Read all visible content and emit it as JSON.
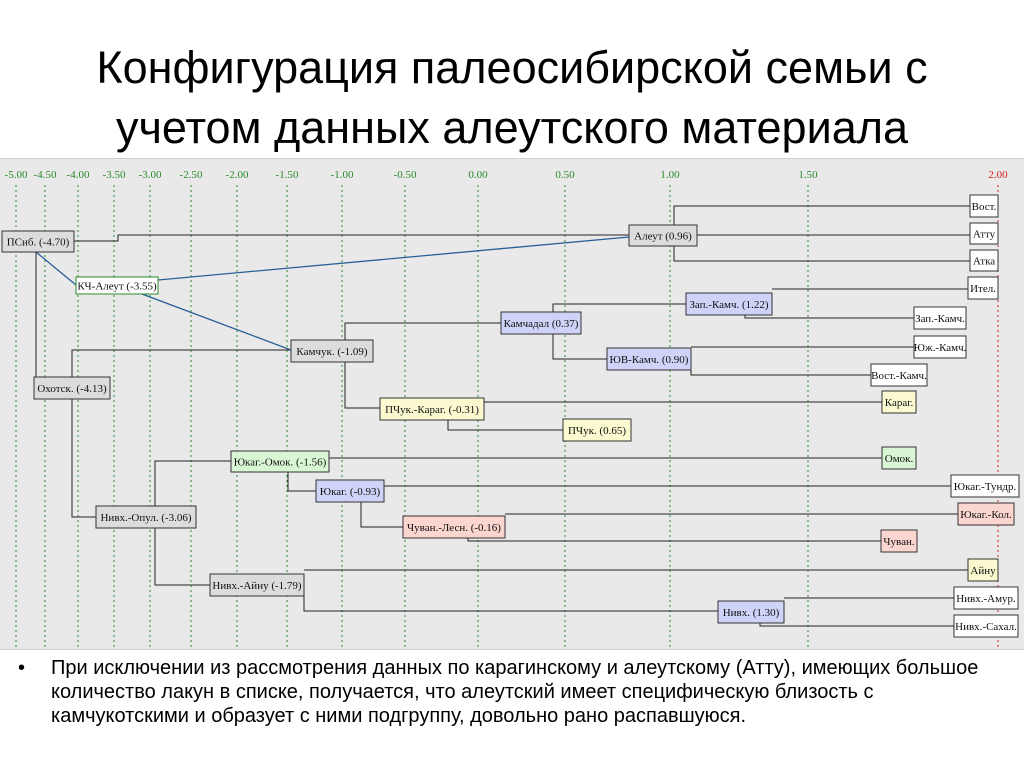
{
  "slide": {
    "title_line1": "Конфигурация палеосибирской семьи с",
    "title_line2": "учетом данных алеутского материала",
    "note_bullet": "•",
    "note_text": "При исключении из рассмотрения данных по карагинскому и алеутскому (Атту), имеющих большое количество лакун в списке, получается, что алеутский имеет специфическую близость с камчукотскими и образует с ними подгруппу, довольно рано распавшуюся."
  },
  "colors": {
    "panel_bg": "#e9e9e9",
    "tick_green": "#2a8a2a",
    "tick_red": "#d42020",
    "node_gray": "#dcdcdc",
    "node_blue": "#cfd3f7",
    "node_yellow": "#fbf9cf",
    "node_green": "#d9f6d4",
    "node_pink": "#fbd6d0",
    "node_white": "#ffffff",
    "tree_line": "#222222",
    "link_line": "#2a5f9a"
  },
  "axis": {
    "ticks": [
      {
        "label": "-5.00",
        "color": "green"
      },
      {
        "label": "-4.50",
        "color": "green"
      },
      {
        "label": "-4.00",
        "color": "green"
      },
      {
        "label": "-3.50",
        "color": "green"
      },
      {
        "label": "-3.00",
        "color": "green"
      },
      {
        "label": "-2.50",
        "color": "green"
      },
      {
        "label": "-2.00",
        "color": "green"
      },
      {
        "label": "-1.50",
        "color": "green"
      },
      {
        "label": "-1.00",
        "color": "green"
      },
      {
        "label": "-0.50",
        "color": "green"
      },
      {
        "label": "0.00",
        "color": "green"
      },
      {
        "label": "0.50",
        "color": "green"
      },
      {
        "label": "1.00",
        "color": "green"
      },
      {
        "label": "1.50",
        "color": "green"
      },
      {
        "label": "2.00",
        "color": "red"
      }
    ]
  },
  "tree": {
    "nodes": [
      {
        "id": "psib",
        "label": "ПСиб. (-4.70)",
        "color": "gray"
      },
      {
        "id": "kchal",
        "label": "КЧ-Алеут (-3.55)",
        "color": "white"
      },
      {
        "id": "okh",
        "label": "Охотск. (-4.13)",
        "color": "gray"
      },
      {
        "id": "aleut",
        "label": "Алеут (0.96)",
        "color": "gray"
      },
      {
        "id": "vost",
        "label": "Вост.",
        "color": "white"
      },
      {
        "id": "attu",
        "label": "Атту",
        "color": "white"
      },
      {
        "id": "atka",
        "label": "Атка",
        "color": "white"
      },
      {
        "id": "itel",
        "label": "Ител.",
        "color": "white"
      },
      {
        "id": "zapk",
        "label": "Зап.-Камч. (1.22)",
        "color": "blue"
      },
      {
        "id": "zapk2",
        "label": "Зап.-Камч.",
        "color": "white"
      },
      {
        "id": "kamchadal",
        "label": "Камчадал (0.37)",
        "color": "blue"
      },
      {
        "id": "yuzk",
        "label": "Юж.-Камч.",
        "color": "white"
      },
      {
        "id": "yuvk",
        "label": "ЮВ-Камч. (0.90)",
        "color": "blue"
      },
      {
        "id": "vostk",
        "label": "Вост.-Камч.",
        "color": "white"
      },
      {
        "id": "kamchuk",
        "label": "Камчук. (-1.09)",
        "color": "gray"
      },
      {
        "id": "pchk",
        "label": "ПЧук.-Караг. (-0.31)",
        "color": "yellow"
      },
      {
        "id": "karag",
        "label": "Караг.",
        "color": "yellow"
      },
      {
        "id": "pchuk",
        "label": "ПЧук. (0.65)",
        "color": "yellow"
      },
      {
        "id": "yuom",
        "label": "Юкаг.-Омок. (-1.56)",
        "color": "green"
      },
      {
        "id": "omok",
        "label": "Омок.",
        "color": "green"
      },
      {
        "id": "yuk",
        "label": "Юкаг. (-0.93)",
        "color": "blue"
      },
      {
        "id": "yutun",
        "label": "Юкаг.-Тундр.",
        "color": "white"
      },
      {
        "id": "yukol",
        "label": "Юкаг.-Кол.",
        "color": "pink"
      },
      {
        "id": "chules",
        "label": "Чуван.-Лесн. (-0.16)",
        "color": "pink"
      },
      {
        "id": "chuvan",
        "label": "Чуван.",
        "color": "pink"
      },
      {
        "id": "nivop",
        "label": "Нивх.-Опул. (-3.06)",
        "color": "gray"
      },
      {
        "id": "nivay",
        "label": "Нивх.-Айну (-1.79)",
        "color": "gray"
      },
      {
        "id": "aynu",
        "label": "Айну",
        "color": "yellow"
      },
      {
        "id": "nivh",
        "label": "Нивх. (1.30)",
        "color": "blue"
      },
      {
        "id": "nivamur",
        "label": "Нивх.-Амур.",
        "color": "white"
      },
      {
        "id": "nivsah",
        "label": "Нивх.-Сахал.",
        "color": "white"
      }
    ]
  }
}
